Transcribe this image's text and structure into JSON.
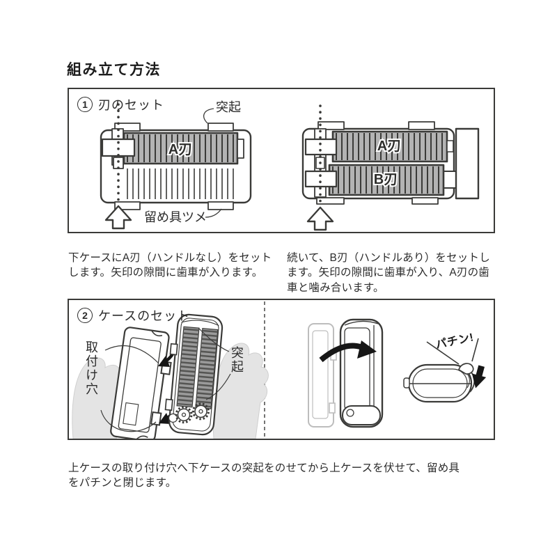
{
  "title": "組み立て方法",
  "step1": {
    "number": "1",
    "heading": "刃のセット",
    "label_protrusion": "突起",
    "label_blade_a": "A刃",
    "label_blade_b": "B刃",
    "label_fastener_claw": "留め具ツメ",
    "caption_left": "下ケースにA刃（ハンドルなし）をセットします。矢印の隙間に歯車が入ります。",
    "caption_right": "続いて、B刃（ハンドルあり）をセットします。矢印の隙間に歯車が入り、A刃の歯車と噛み合います。"
  },
  "step2": {
    "number": "2",
    "heading": "ケースのセット",
    "label_mounting_hole": "取付け穴",
    "label_protrusion": "突起",
    "label_click": "パチン!",
    "caption": "上ケースの取り付け穴へ下ケースの突起をのせてから上ケースを伏せて、留め具をパチンと閉じます。"
  },
  "colors": {
    "line": "#3a3a38",
    "stripe_gray": "#b3b3b3",
    "hand_gray": "#e4e4e4",
    "roller_dark": "#9a9a9a",
    "arrow_black": "#161616"
  }
}
